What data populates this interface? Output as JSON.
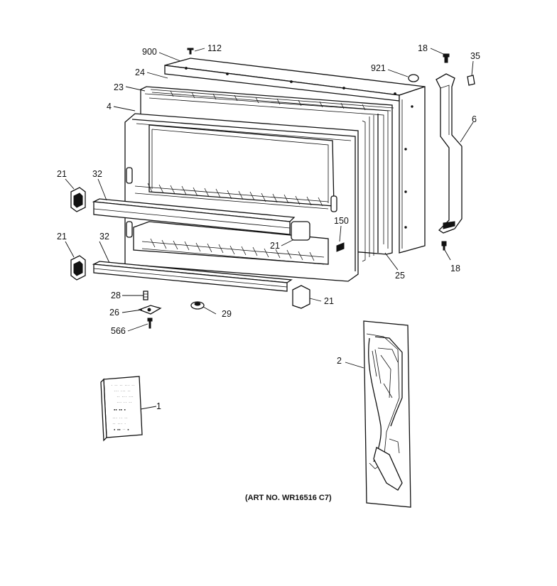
{
  "callouts": {
    "c900": "900",
    "c112": "112",
    "c24": "24",
    "c23": "23",
    "c4": "4",
    "c921": "921",
    "c18_top": "18",
    "c35": "35",
    "c6": "6",
    "c21_a": "21",
    "c32_a": "32",
    "c21_b": "21",
    "c32_b": "32",
    "c150": "150",
    "c21_c": "21",
    "c25": "25",
    "c18_bot": "18",
    "c28": "28",
    "c26": "26",
    "c29": "29",
    "c21_d": "21",
    "c566": "566",
    "c2": "2",
    "c1": "1"
  },
  "art_number": "(ART NO. WR16516 C7)"
}
